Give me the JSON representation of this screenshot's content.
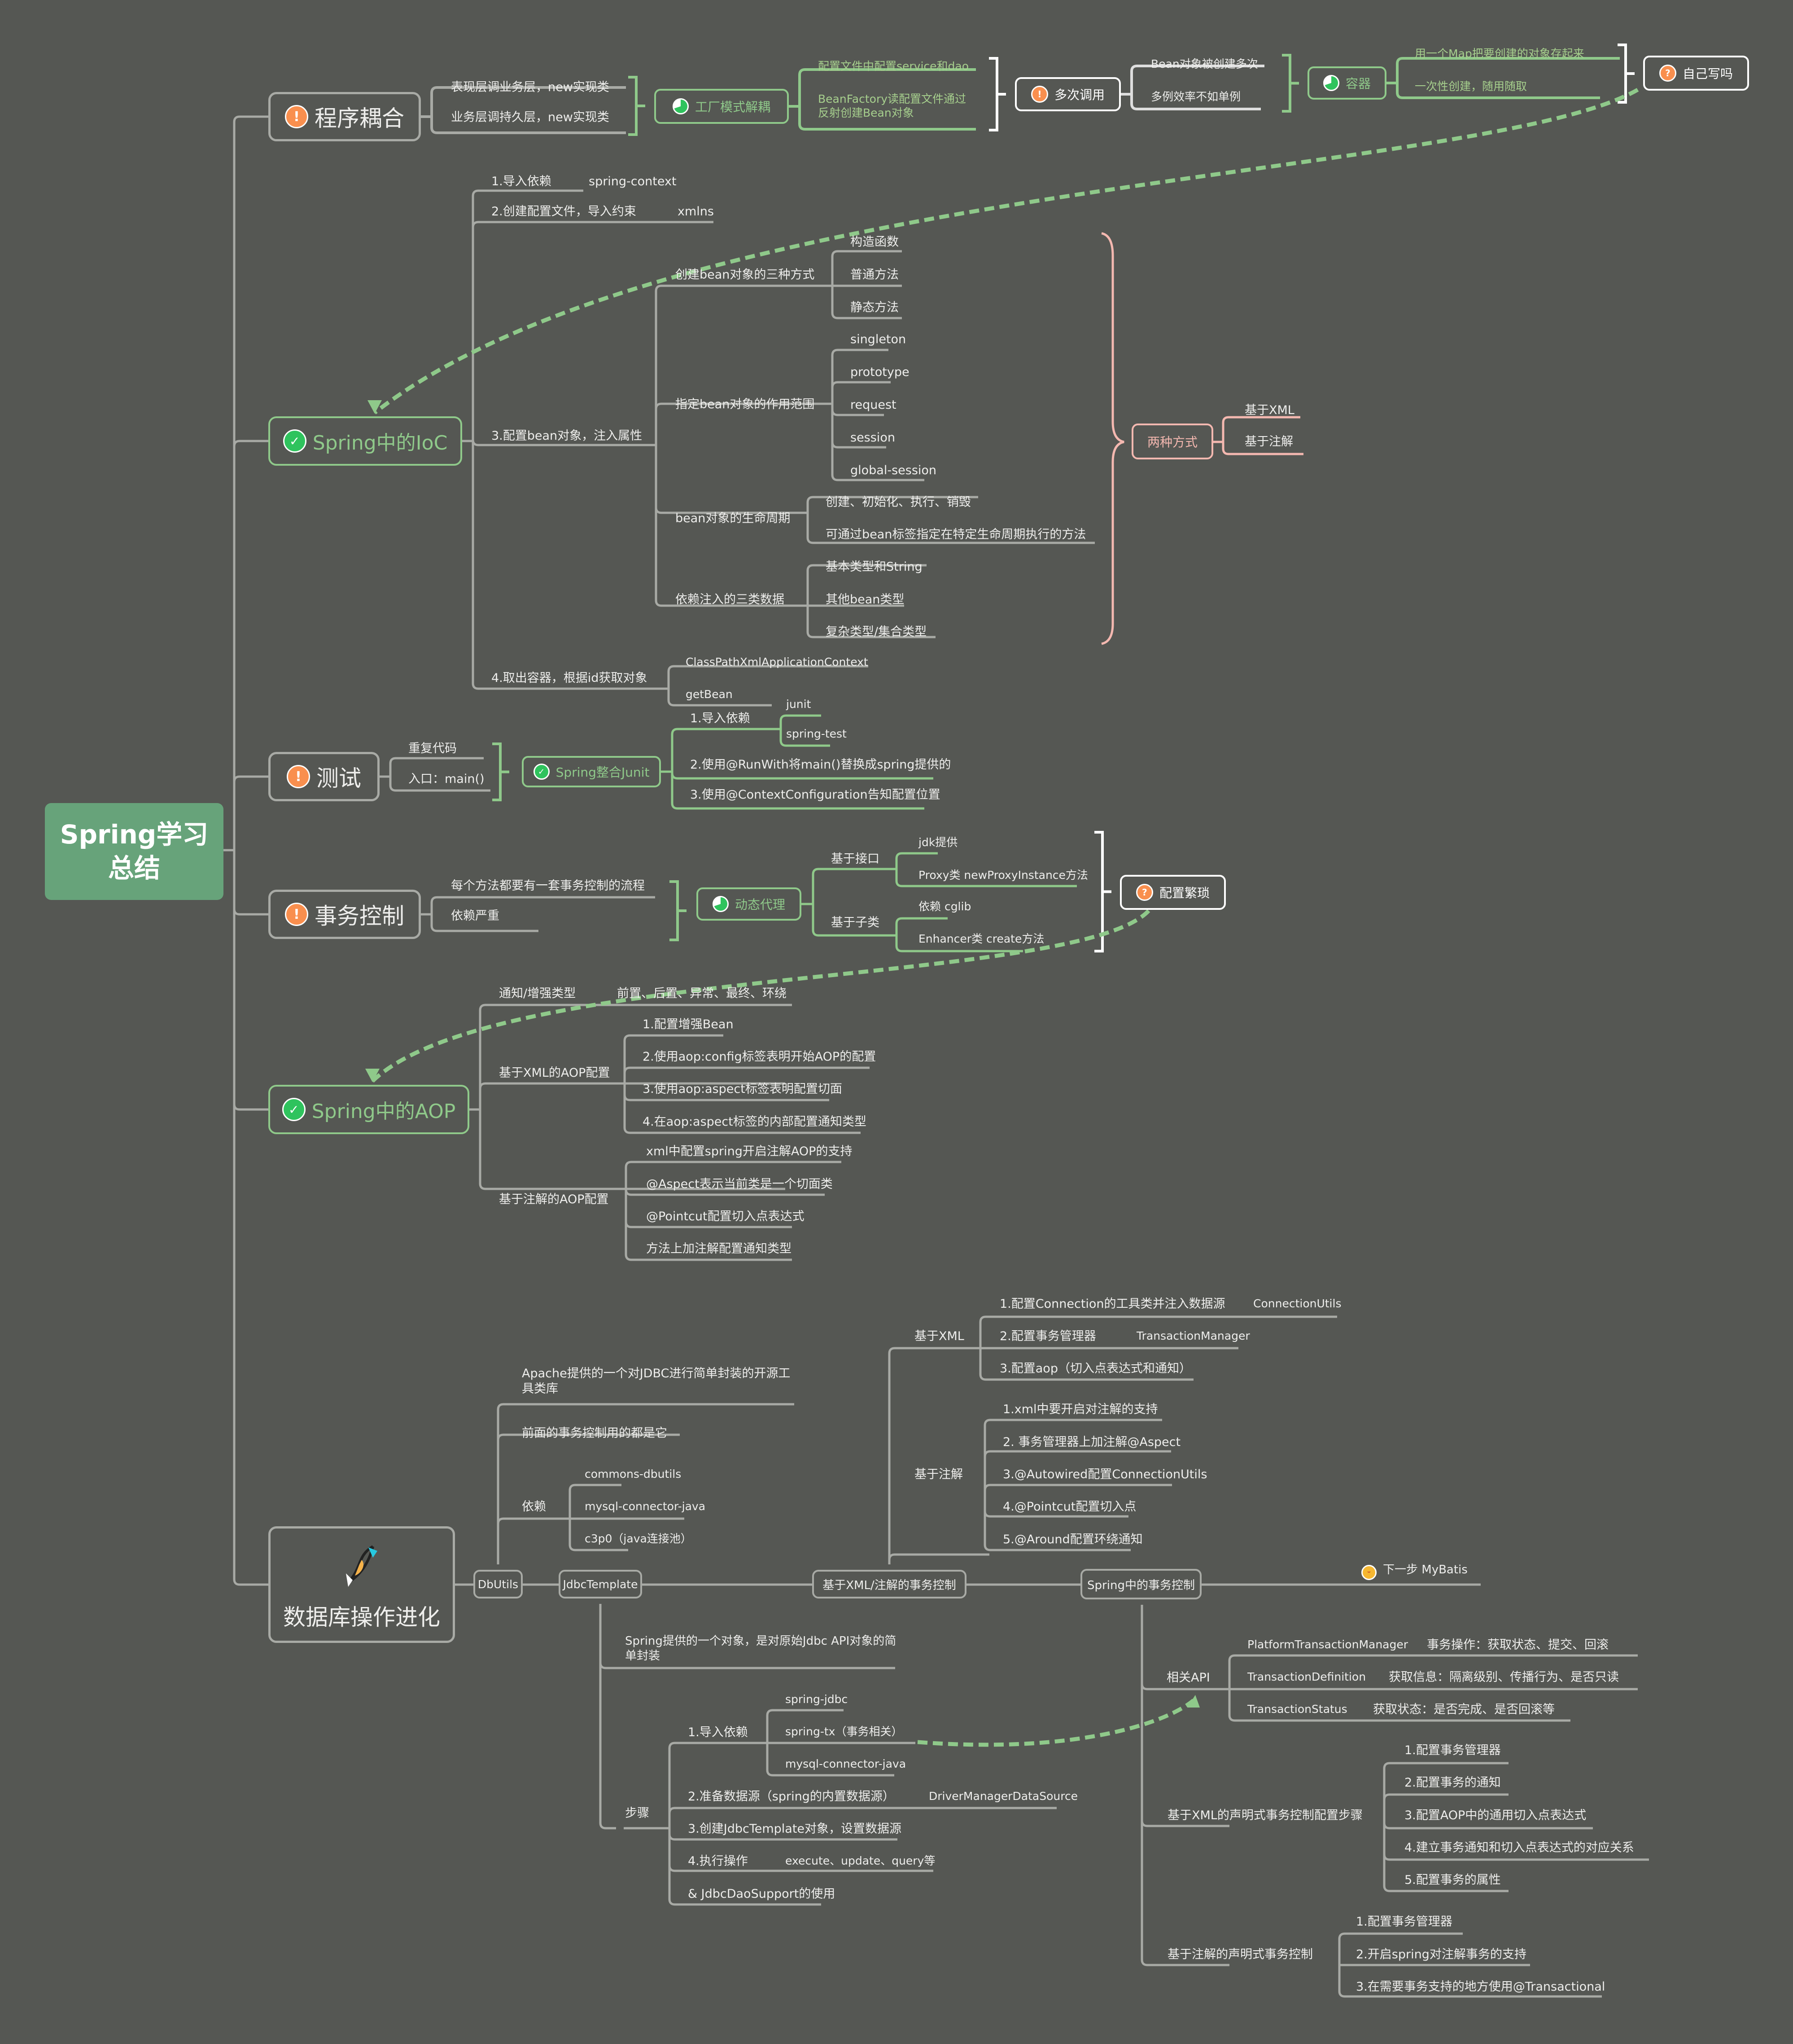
{
  "root": {
    "line1": "Spring学习",
    "line2": "总结"
  },
  "colors": {
    "background": "#555753",
    "root": "#67a37a",
    "line": "#a8aaa5",
    "green": "#8fc98a",
    "pink": "#f4b8b0",
    "orange": "#f98f4e",
    "check": "#2fc35d"
  },
  "coupling": {
    "title": "程序耦合",
    "items": [
      "表现层调业务层，new实现类",
      "业务层调持久层，new实现类"
    ],
    "factory": {
      "title": "工厂模式解耦",
      "items": [
        "配置文件中配置service和dao",
        "BeanFactory读配置文件通过反射创建Bean对象"
      ]
    },
    "multi": {
      "title": "多次调用",
      "items": [
        "Bean对象被创建多次",
        "多例效率不如单例"
      ]
    },
    "container": {
      "title": "容器",
      "items": [
        "用一个Map把要创建的对象存起来",
        "一次性创建，随用随取"
      ]
    },
    "self": {
      "title": "自己写吗"
    }
  },
  "ioc": {
    "title": "Spring中的IoC",
    "step1": {
      "label": "1.导入依赖",
      "value": "spring-context"
    },
    "step2": {
      "label": "2.创建配置文件，导入约束",
      "value": "xmlns"
    },
    "step3": {
      "label": "3.配置bean对象，注入属性",
      "create": {
        "label": "创建bean对象的三种方式",
        "items": [
          "构造函数",
          "普通方法",
          "静态方法"
        ]
      },
      "scope": {
        "label": "指定bean对象的作用范围",
        "items": [
          "singleton",
          "prototype",
          "request",
          "session",
          "global-session"
        ]
      },
      "lifecycle": {
        "label": "bean对象的生命周期",
        "items": [
          "创建、初始化、执行、销毁",
          "可通过bean标签指定在特定生命周期执行的方法"
        ]
      },
      "di": {
        "label": "依赖注入的三类数据",
        "items": [
          "基本类型和String",
          "其他bean类型",
          "复杂类型/集合类型"
        ]
      }
    },
    "step4": {
      "label": "4.取出容器，根据id获取对象",
      "items": [
        "ClassPathXmlApplicationContext",
        "getBean"
      ]
    },
    "two_ways": {
      "title": "两种方式",
      "items": [
        "基于XML",
        "基于注解"
      ]
    }
  },
  "test": {
    "title": "测试",
    "items": [
      "重复代码",
      "入口：main()"
    ],
    "junit": {
      "title": "Spring整合Junit",
      "step1": {
        "label": "1.导入依赖",
        "items": [
          "junit",
          "spring-test"
        ]
      },
      "step2": "2.使用@RunWith将main()替换成spring提供的",
      "step3": "3.使用@ContextConfiguration告知配置位置"
    }
  },
  "tx": {
    "title": "事务控制",
    "items": [
      "每个方法都要有一套事务控制的流程",
      "依赖严重"
    ],
    "proxy": {
      "title": "动态代理",
      "interface": {
        "label": "基于接口",
        "items": [
          "jdk提供",
          "Proxy类 newProxyInstance方法"
        ]
      },
      "subclass": {
        "label": "基于子类",
        "items": [
          "依赖 cglib",
          "Enhancer类 create方法"
        ]
      }
    },
    "tedious": {
      "title": "配置繁琐"
    }
  },
  "aop": {
    "title": "Spring中的AOP",
    "advice": {
      "label": "通知/增强类型",
      "value": "前置、后置、异常、最终、环绕"
    },
    "xml": {
      "label": "基于XML的AOP配置",
      "items": [
        "1.配置增强Bean",
        "2.使用aop:config标签表明开始AOP的配置",
        "3.使用aop:aspect标签表明配置切面",
        "4.在aop:aspect标签的内部配置通知类型"
      ]
    },
    "anno": {
      "label": "基于注解的AOP配置",
      "items": [
        "xml中配置spring开启注解AOP的支持",
        "@Aspect表示当前类是一个切面类",
        "@Pointcut配置切入点表达式",
        "方法上加注解配置通知类型"
      ]
    }
  },
  "db": {
    "title": "数据库操作进化",
    "dbutils": {
      "title": "DbUtils",
      "desc": "Apache提供的一个对JDBC进行简单封装的开源工具类库",
      "used": "前面的事务控制用的都是它",
      "deps": {
        "label": "依赖",
        "items": [
          "commons-dbutils",
          "mysql-connector-java",
          "c3p0（java连接池）"
        ]
      }
    },
    "jdbc": {
      "title": "JdbcTemplate",
      "desc": "Spring提供的一个对象，是对原始Jdbc API对象的简单封装",
      "steps": {
        "label": "步骤",
        "s1": {
          "label": "1.导入依赖",
          "items": [
            "spring-jdbc",
            "spring-tx（事务相关）",
            "mysql-connector-java"
          ]
        },
        "s2": {
          "label": "2.准备数据源（spring的内置数据源）",
          "value": "DriverManagerDataSource"
        },
        "s3": "3.创建JdbcTemplate对象，设置数据源",
        "s4": {
          "label": "4.执行操作",
          "value": "execute、update、query等"
        },
        "s5": "& JdbcDaoSupport的使用"
      }
    },
    "xmlanno": {
      "title": "基于XML/注解的事务控制",
      "xml": {
        "label": "基于XML",
        "items": [
          {
            "label": "1.配置Connection的工具类并注入数据源",
            "value": "ConnectionUtils"
          },
          {
            "label": "2.配置事务管理器",
            "value": "TransactionManager"
          },
          {
            "label": "3.配置aop（切入点表达式和通知）",
            "value": ""
          }
        ]
      },
      "anno": {
        "label": "基于注解",
        "items": [
          "1.xml中要开启对注解的支持",
          "2. 事务管理器上加注解@Aspect",
          "3.@Autowired配置ConnectionUtils",
          "4.@Pointcut配置切入点",
          "5.@Around配置环绕通知"
        ]
      }
    },
    "springtx": {
      "title": "Spring中的事务控制",
      "next": "下一步 MyBatis",
      "api": {
        "label": "相关API",
        "items": [
          {
            "name": "PlatformTransactionManager",
            "desc": "事务操作：获取状态、提交、回滚"
          },
          {
            "name": "TransactionDefinition",
            "desc": "获取信息：隔离级别、传播行为、是否只读"
          },
          {
            "name": "TransactionStatus",
            "desc": "获取状态：是否完成、是否回滚等"
          }
        ]
      },
      "xml": {
        "label": "基于XML的声明式事务控制配置步骤",
        "items": [
          "1.配置事务管理器",
          "2.配置事务的通知",
          "3.配置AOP中的通用切入点表达式",
          "4.建立事务通知和切入点表达式的对应关系",
          "5.配置事务的属性"
        ]
      },
      "anno": {
        "label": "基于注解的声明式事务控制",
        "items": [
          "1.配置事务管理器",
          "2.开启spring对注解事务的支持",
          "3.在需要事务支持的地方使用@Transactional"
        ]
      }
    }
  }
}
